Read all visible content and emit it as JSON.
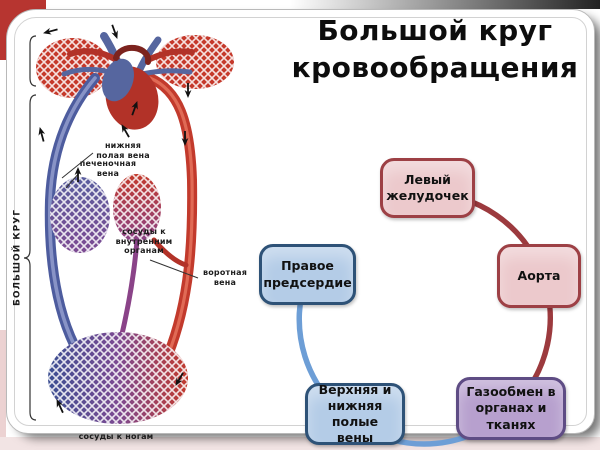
{
  "title": "Большой круг кровообращения",
  "flow": {
    "nodes": [
      {
        "id": "left-ventricle",
        "label": "Левый желудочек",
        "fill": "#ecc9cc",
        "border": "#9d4045"
      },
      {
        "id": "aorta",
        "label": "Аорта",
        "fill": "#ecc9cc",
        "border": "#9d4045"
      },
      {
        "id": "gas-exchange",
        "label": "Газообмен в органах и тканях",
        "fill": "#b7a0ce",
        "border": "#5e4c84"
      },
      {
        "id": "vena-cava",
        "label": "Верхняя и нижняя полые вены",
        "fill": "#b4cce7",
        "border": "#2e5277"
      },
      {
        "id": "right-atrium",
        "label": "Правое предсердие",
        "fill": "#b4cce7",
        "border": "#2e5277"
      }
    ],
    "arterial_arc_color": "#9c3a3e",
    "venous_arc_color": "#6d9ed6"
  },
  "illustration": {
    "side_label": "БОЛЬШОЙ КРУГ",
    "labels": {
      "inferior_vena_cava": "нижняя\nполая вена",
      "hepatic_vein": "печеночная\nвена",
      "organ_vessels": "сосуды к\nвнутренним\nорганам",
      "portal_vein": "воротная\nвена",
      "leg_vessels": "сосуды к ногам"
    }
  }
}
